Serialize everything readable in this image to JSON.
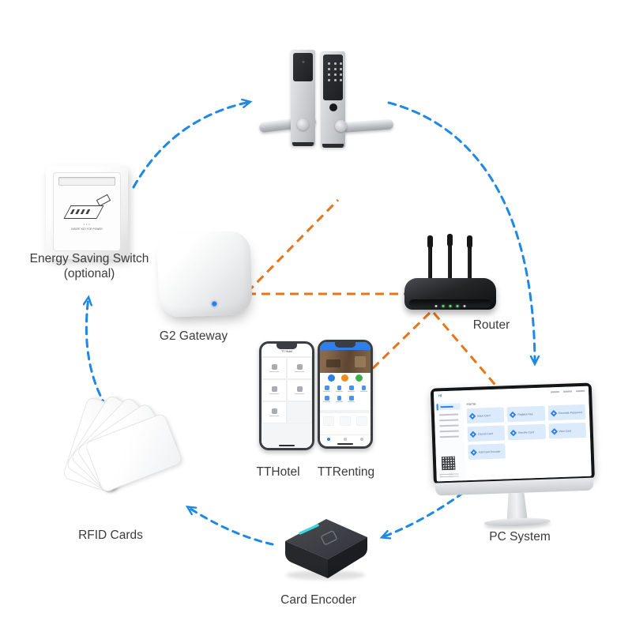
{
  "colors": {
    "blue_arrow": "#1e88e5",
    "orange_arrow": "#e8751a",
    "gateway_led": "#2f7fe0",
    "encoder_led": "#3fd6e0",
    "app_accent": "#2e7fe8",
    "label_text": "#3b3b3b"
  },
  "nodes": {
    "energy_switch": {
      "label": "Energy Saving Switch (optional)",
      "plate_text": "INSERT KEY FOR POWER"
    },
    "gateway": {
      "label": "G2 Gateway"
    },
    "router": {
      "label": "Router"
    },
    "apps": {
      "tthotel_label": "TTHotel",
      "ttrenting_label": "TTRenting",
      "tthotel_header": "TT Hotel"
    },
    "pc": {
      "label": "PC System",
      "screen": {
        "breadcrumb": "Home",
        "cards": [
          "Issue Card",
          "Replace Key",
          "Generate Password",
          "Cancel Card",
          "Revoke Card",
          "View Card",
          "Add Card Encoder"
        ]
      }
    },
    "rfid": {
      "label": "RFID Cards"
    },
    "encoder": {
      "label": "Card Encoder"
    }
  },
  "connections": [
    {
      "from": "energy-saving-switch",
      "to": "door-lock",
      "color": "blue",
      "style": "dashed-arrow"
    },
    {
      "from": "door-lock",
      "to": "pc-system",
      "color": "blue",
      "style": "dashed-arrow"
    },
    {
      "from": "pc-system",
      "to": "card-encoder",
      "color": "blue",
      "style": "dashed-arrow"
    },
    {
      "from": "card-encoder",
      "to": "rfid-cards",
      "color": "blue",
      "style": "dashed-arrow"
    },
    {
      "from": "rfid-cards",
      "to": "energy-saving-switch",
      "color": "blue",
      "style": "dashed-arrow"
    },
    {
      "from": "router",
      "to": "g2-gateway",
      "color": "orange",
      "style": "dashed-line"
    },
    {
      "from": "g2-gateway",
      "to": "door-lock",
      "color": "orange",
      "style": "dashed-line"
    },
    {
      "from": "router",
      "to": "ttrenting-app",
      "color": "orange",
      "style": "dashed-line"
    },
    {
      "from": "router",
      "to": "pc-system",
      "color": "orange",
      "style": "dashed-line"
    }
  ]
}
